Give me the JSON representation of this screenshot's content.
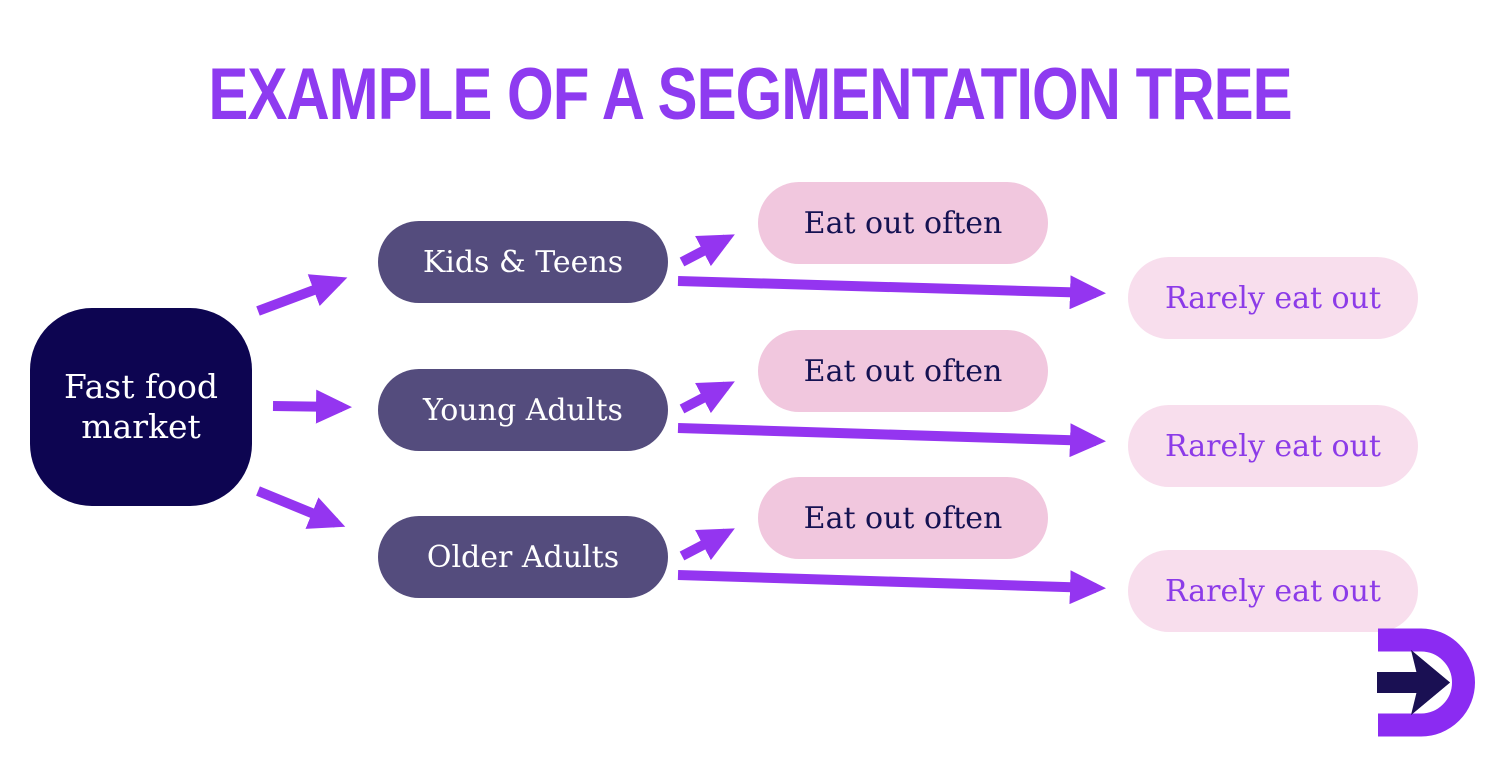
{
  "title": "EXAMPLE OF A SEGMENTATION TREE",
  "tree": {
    "root": {
      "label": "Fast food market"
    },
    "segments": [
      {
        "label": "Kids & Teens",
        "children": [
          {
            "label": "Eat out often"
          },
          {
            "label": "Rarely eat out"
          }
        ]
      },
      {
        "label": "Young Adults",
        "children": [
          {
            "label": "Eat out often"
          },
          {
            "label": "Rarely eat out"
          }
        ]
      },
      {
        "label": "Older Adults",
        "children": [
          {
            "label": "Eat out often"
          },
          {
            "label": "Rarely eat out"
          }
        ]
      }
    ]
  },
  "logo": {
    "icon": "arrow-right-d-logo"
  },
  "colors": {
    "title_purple": "#8E3BF0",
    "root_navy": "#0D0551",
    "segment_slate": "#544C7D",
    "often_pink": "#F1C7DE",
    "rarely_light_pink": "#F8DEED",
    "rarely_text_purple": "#8C3BE8",
    "often_text_navy": "#151252",
    "arrow_purple": "#9435F0",
    "logo_purple": "#8B2BF2",
    "logo_arrow_navy": "#1A1053"
  }
}
